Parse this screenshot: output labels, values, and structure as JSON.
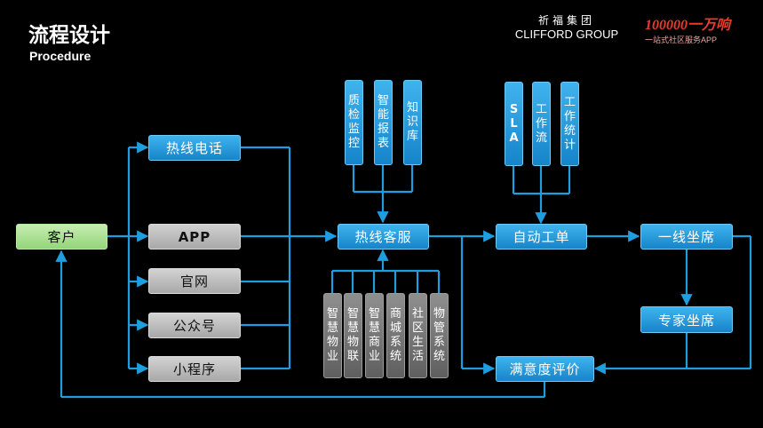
{
  "header": {
    "title": "流程设计",
    "subtitle": "Procedure"
  },
  "logos": {
    "clifford_cn": "祈福集团",
    "clifford_en": "CLIFFORD GROUP",
    "app_brand": "100000一万响",
    "app_slogan": "一站式社区服务APP"
  },
  "nodes": {
    "customer": "客户",
    "hotline_phone": "热线电话",
    "app": "APP",
    "website": "官网",
    "official_account": "公众号",
    "mini_program": "小程序",
    "hotline_service": "热线客服",
    "auto_ticket": "自动工单",
    "first_line": "一线坐席",
    "expert": "专家坐席",
    "satisfaction": "满意度评价"
  },
  "top_modules": [
    "质检监控",
    "智能报表",
    "知识库"
  ],
  "sla_modules": [
    "SLA",
    "工作流",
    "工作统计"
  ],
  "bottom_systems": [
    "智慧物业",
    "智慧物联",
    "智慧商业",
    "商城系统",
    "社区生活",
    "物管系统"
  ],
  "colors": {
    "line": "#1e9ee0",
    "box_blue": "#2196d8",
    "box_green": "#a8dc8c",
    "box_gray": "#c0c0c0"
  }
}
